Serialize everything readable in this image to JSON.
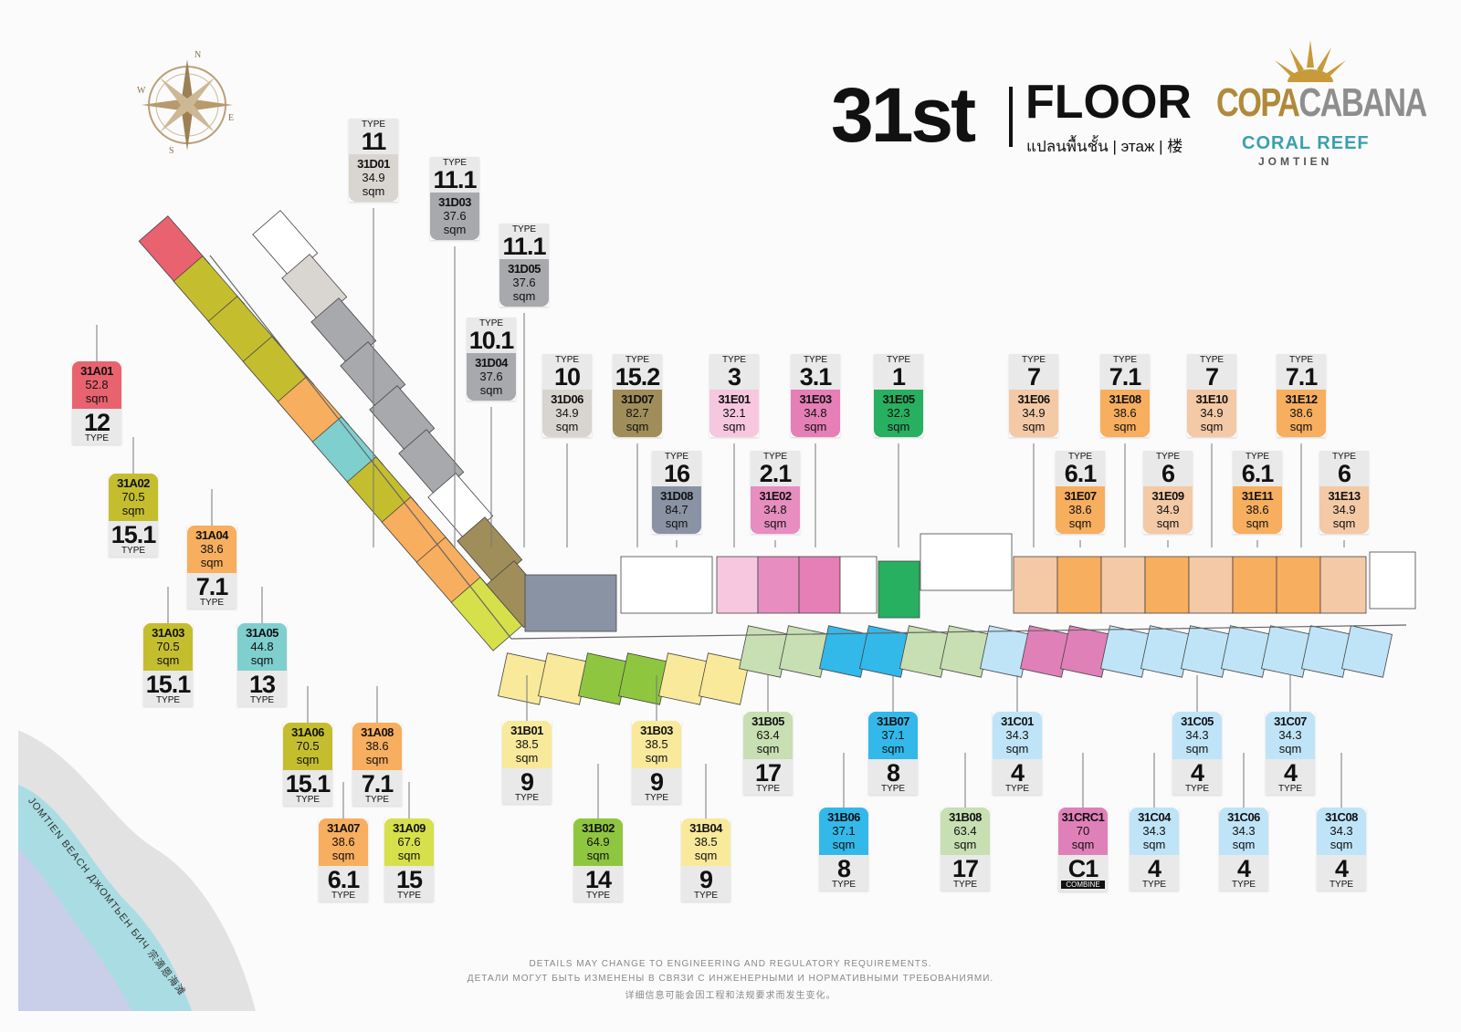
{
  "header": {
    "floor_number": "31st",
    "floor_word": "FLOOR",
    "floor_subtitle": "แปลนพื้นชั้น | этаж | 楼"
  },
  "brand": {
    "name_part1": "COPA",
    "name_part2": "CABANA",
    "line2": "CORAL REEF",
    "line3": "JOMTIEN"
  },
  "compass": {
    "n": "N",
    "e": "E",
    "s": "S",
    "w": "W"
  },
  "beach_label": "JOMTIEN BEACH ДЖОМТЬЕН БИЧ 宗滴恩海滩",
  "type_label": "TYPE",
  "sqm_label": "sqm",
  "units": [
    {
      "unit": "31D01",
      "sqm": "34.9",
      "type": "11",
      "color": "#d9d6d2",
      "style": "top"
    },
    {
      "unit": "31D03",
      "sqm": "37.6",
      "type": "11.1",
      "color": "#a7a9ac",
      "style": "top"
    },
    {
      "unit": "31D05",
      "sqm": "37.6",
      "type": "11.1",
      "color": "#a7a9ac",
      "style": "top"
    },
    {
      "unit": "31D04",
      "sqm": "37.6",
      "type": "10.1",
      "color": "#a7a9ac",
      "style": "top"
    },
    {
      "unit": "31D06",
      "sqm": "34.9",
      "type": "10",
      "color": "#d8d4cf",
      "style": "top"
    },
    {
      "unit": "31D07",
      "sqm": "82.7",
      "type": "15.2",
      "color": "#a08e5a",
      "style": "top"
    },
    {
      "unit": "31D08",
      "sqm": "84.7",
      "type": "16",
      "color": "#8a93a3",
      "style": "top"
    },
    {
      "unit": "31E01",
      "sqm": "32.1",
      "type": "3",
      "color": "#f6c7df",
      "style": "top"
    },
    {
      "unit": "31E02",
      "sqm": "34.8",
      "type": "2.1",
      "color": "#e78dbf",
      "style": "top"
    },
    {
      "unit": "31E03",
      "sqm": "34.8",
      "type": "3.1",
      "color": "#e57fb6",
      "style": "top"
    },
    {
      "unit": "31E05",
      "sqm": "32.3",
      "type": "1",
      "color": "#27b060",
      "style": "top"
    },
    {
      "unit": "31E06",
      "sqm": "34.9",
      "type": "7",
      "color": "#f4c9a6",
      "style": "top"
    },
    {
      "unit": "31E08",
      "sqm": "38.6",
      "type": "7.1",
      "color": "#f7ae5e",
      "style": "top"
    },
    {
      "unit": "31E10",
      "sqm": "34.9",
      "type": "7",
      "color": "#f4c9a6",
      "style": "top"
    },
    {
      "unit": "31E12",
      "sqm": "38.6",
      "type": "7.1",
      "color": "#f7ae5e",
      "style": "top"
    },
    {
      "unit": "31E07",
      "sqm": "38.6",
      "type": "6.1",
      "color": "#f7ae5e",
      "style": "top"
    },
    {
      "unit": "31E09",
      "sqm": "34.9",
      "type": "6",
      "color": "#f4c9a6",
      "style": "top"
    },
    {
      "unit": "31E11",
      "sqm": "38.6",
      "type": "6.1",
      "color": "#f7ae5e",
      "style": "top"
    },
    {
      "unit": "31E13",
      "sqm": "34.9",
      "type": "6",
      "color": "#f4c9a6",
      "style": "top"
    },
    {
      "unit": "31A01",
      "sqm": "52.8",
      "type": "12",
      "color": "#e8636f",
      "style": "bottom"
    },
    {
      "unit": "31A02",
      "sqm": "70.5",
      "type": "15.1",
      "color": "#c4be2e",
      "style": "bottom"
    },
    {
      "unit": "31A03",
      "sqm": "70.5",
      "type": "15.1",
      "color": "#c4be2e",
      "style": "bottom"
    },
    {
      "unit": "31A04",
      "sqm": "38.6",
      "type": "7.1",
      "color": "#f7ae5e",
      "style": "bottom"
    },
    {
      "unit": "31A05",
      "sqm": "44.8",
      "type": "13",
      "color": "#7fcfcf",
      "style": "bottom"
    },
    {
      "unit": "31A06",
      "sqm": "70.5",
      "type": "15.1",
      "color": "#c4be2e",
      "style": "bottom"
    },
    {
      "unit": "31A08",
      "sqm": "38.6",
      "type": "7.1",
      "color": "#f7ae5e",
      "style": "bottom"
    },
    {
      "unit": "31A07",
      "sqm": "38.6",
      "type": "6.1",
      "color": "#f7ae5e",
      "style": "bottom"
    },
    {
      "unit": "31A09",
      "sqm": "67.6",
      "type": "15",
      "color": "#d6e04a",
      "style": "bottom"
    },
    {
      "unit": "31B01",
      "sqm": "38.5",
      "type": "9",
      "color": "#f9e99a",
      "style": "bottom"
    },
    {
      "unit": "31B03",
      "sqm": "38.5",
      "type": "9",
      "color": "#f9e99a",
      "style": "bottom"
    },
    {
      "unit": "31B02",
      "sqm": "64.9",
      "type": "14",
      "color": "#8fc63f",
      "style": "bottom"
    },
    {
      "unit": "31B04",
      "sqm": "38.5",
      "type": "9",
      "color": "#f9e99a",
      "style": "bottom"
    },
    {
      "unit": "31B05",
      "sqm": "63.4",
      "type": "17",
      "color": "#c7dfb2",
      "style": "bottom"
    },
    {
      "unit": "31B07",
      "sqm": "37.1",
      "type": "8",
      "color": "#33b8ea",
      "style": "bottom"
    },
    {
      "unit": "31B06",
      "sqm": "37.1",
      "type": "8",
      "color": "#33b8ea",
      "style": "bottom"
    },
    {
      "unit": "31B08",
      "sqm": "63.4",
      "type": "17",
      "color": "#c7dfb2",
      "style": "bottom"
    },
    {
      "unit": "31C01",
      "sqm": "34.3",
      "type": "4",
      "color": "#bfe4f7",
      "style": "bottom"
    },
    {
      "unit": "31C05",
      "sqm": "34.3",
      "type": "4",
      "color": "#bfe4f7",
      "style": "bottom"
    },
    {
      "unit": "31C07",
      "sqm": "34.3",
      "type": "4",
      "color": "#bfe4f7",
      "style": "bottom"
    },
    {
      "unit": "31CRC1",
      "sqm": "70",
      "type": "C1",
      "color": "#e080b8",
      "style": "bottom",
      "note": "COMBINE"
    },
    {
      "unit": "31C04",
      "sqm": "34.3",
      "type": "4",
      "color": "#bfe4f7",
      "style": "bottom"
    },
    {
      "unit": "31C06",
      "sqm": "34.3",
      "type": "4",
      "color": "#bfe4f7",
      "style": "bottom"
    },
    {
      "unit": "31C08",
      "sqm": "34.3",
      "type": "4",
      "color": "#bfe4f7",
      "style": "bottom"
    }
  ],
  "footer": {
    "line1": "DETAILS MAY CHANGE TO ENGINEERING AND REGULATORY REQUIREMENTS.",
    "line2": "ДЕТАЛИ МОГУТ БЫТЬ ИЗМЕНЕНЫ В СВЯЗИ С ИНЖЕНЕРНЫМИ И НОРМАТИВНЫМИ ТРЕБОВАНИЯМИ.",
    "line3": "详细信息可能会因工程和法规要求而发生变化。"
  }
}
